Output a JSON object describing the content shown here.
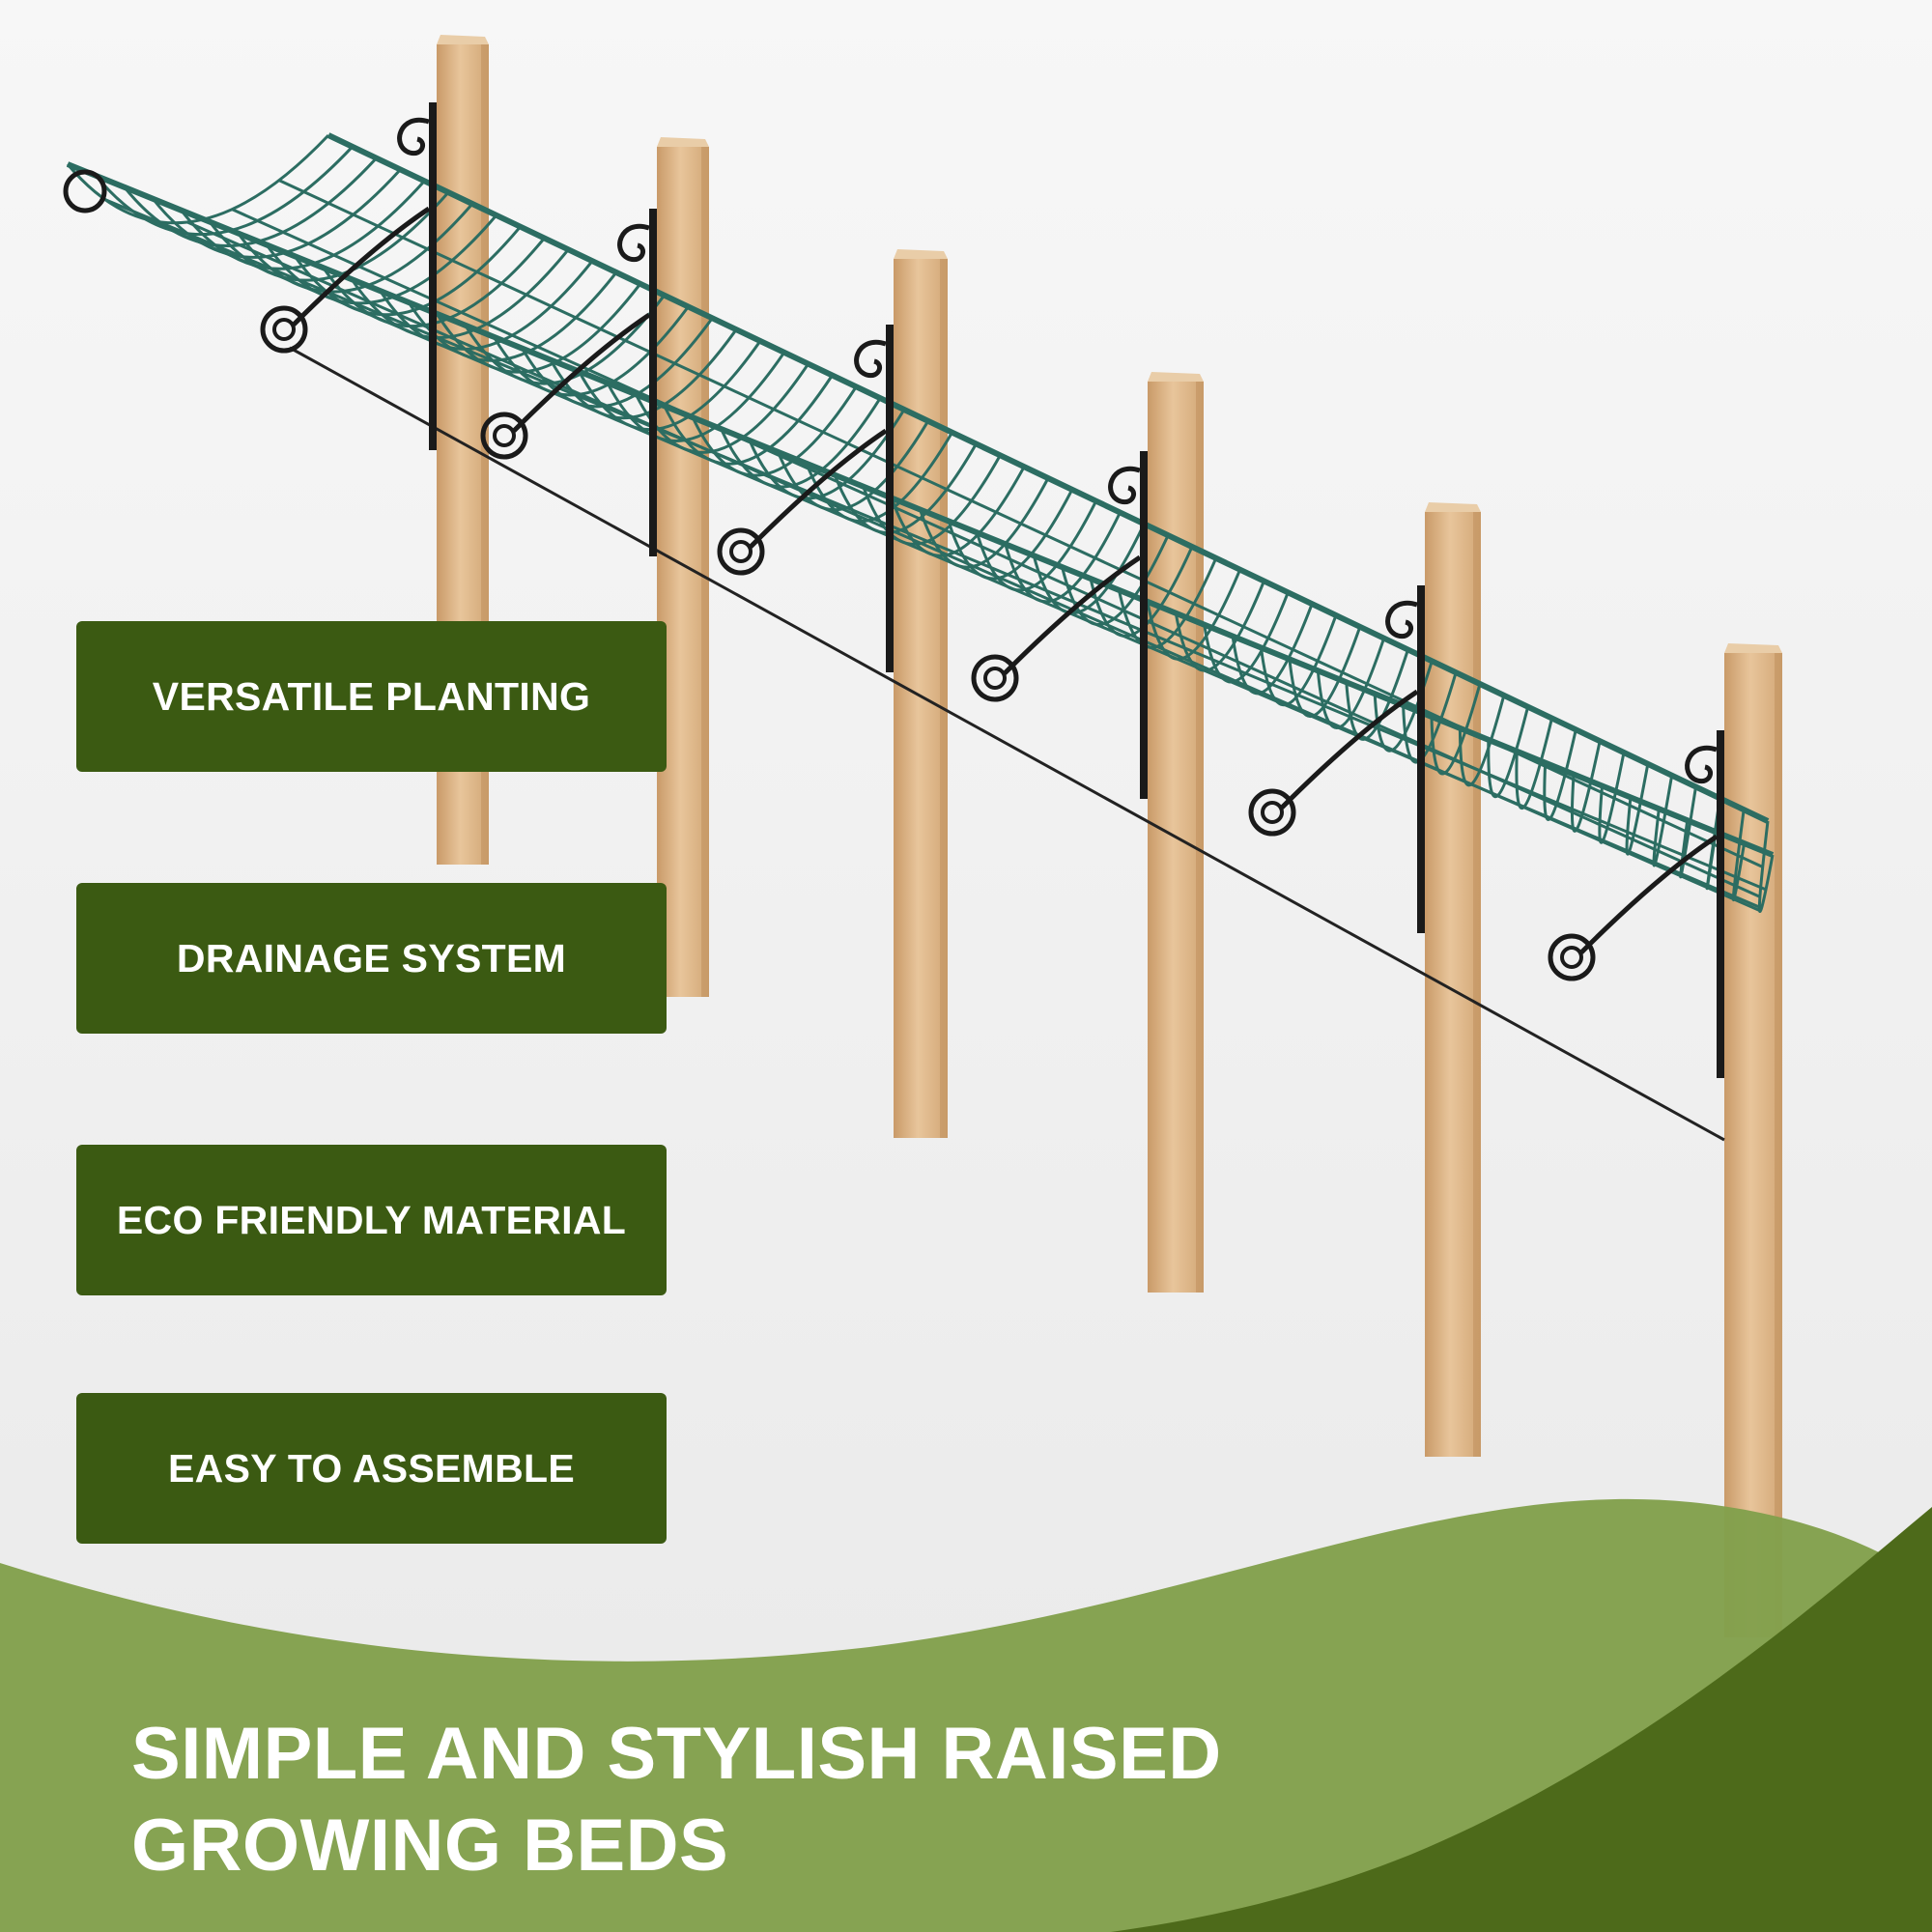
{
  "features": [
    {
      "label": "VERSATILE PLANTING"
    },
    {
      "label": "DRAINAGE SYSTEM"
    },
    {
      "label": "ECO FRIENDLY MATERIAL"
    },
    {
      "label": "EASY TO ASSEMBLE"
    }
  ],
  "headline": {
    "line1": "SIMPLE AND STYLISH RAISED",
    "line2": "GROWING BEDS"
  },
  "colors": {
    "background": "#f2f2f2",
    "feature_box": "#3b5a12",
    "wave_light": "#82a04c",
    "wave_dark": "#4d6a1a",
    "wire": "#2c6d62",
    "bracket": "#1a1a1a",
    "post": "#dbb58a"
  },
  "product": {
    "post_count": 6,
    "planter_sections": 6
  }
}
